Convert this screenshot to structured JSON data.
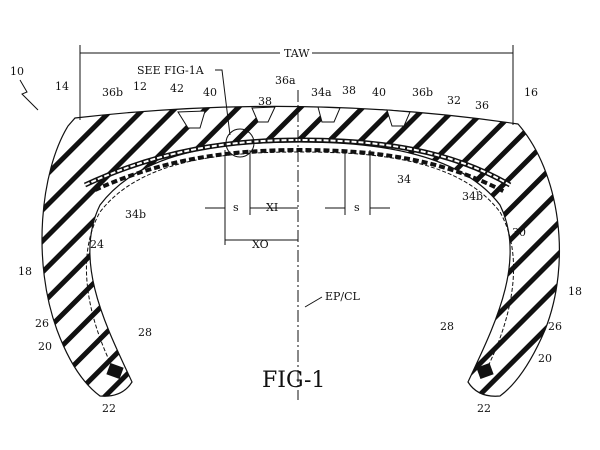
{
  "figure": {
    "caption": "FIG-1",
    "dimension_taw": "TAW",
    "see_ref": "SEE FIG-1A",
    "centerline": "EP/CL",
    "dim_s": "s",
    "dim_xi": "XI",
    "dim_xo": "XO",
    "ref_numerals": {
      "n10": "10",
      "n14": "14",
      "n12": "12",
      "n36b_l": "36b",
      "n42": "42",
      "n40_l": "40",
      "n38_l": "38",
      "n36a": "36a",
      "n34a": "34a",
      "n38_r": "38",
      "n40_r": "40",
      "n36b_r": "36b",
      "n32": "32",
      "n36": "36",
      "n16": "16",
      "n34b_l": "34b",
      "n34": "34",
      "n34b_r": "34b",
      "n24": "24",
      "n30": "30",
      "n18_l": "18",
      "n18_r": "18",
      "n26_l": "26",
      "n28_l": "28",
      "n20_l": "20",
      "n22_l": "22",
      "n28_r": "28",
      "n26_r": "26",
      "n20_r": "20",
      "n22_r": "22"
    }
  }
}
